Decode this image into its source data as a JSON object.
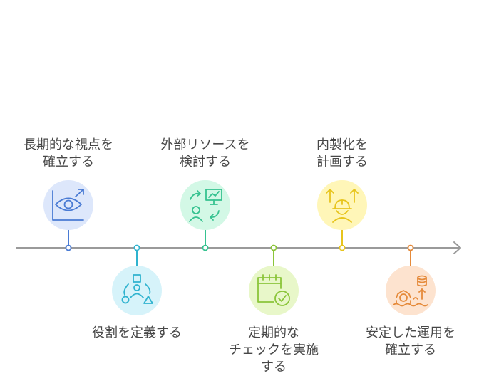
{
  "steps": [
    {
      "id": "long-term-view",
      "label_lines": [
        "長期的な視点を",
        "確立する"
      ],
      "position": "above",
      "icon": "eye-trend-chart-icon",
      "color": "#4a7bd4",
      "bg": "#dde7fb"
    },
    {
      "id": "define-roles",
      "label_lines": [
        "役割を定義する"
      ],
      "position": "below",
      "icon": "roles-shapes-icon",
      "color": "#2fb3cf",
      "bg": "#d6f3fa"
    },
    {
      "id": "external-resources",
      "label_lines": [
        "外部リソースを",
        "検討する"
      ],
      "position": "above",
      "icon": "presenter-exchange-icon",
      "color": "#36c290",
      "bg": "#d3f8e6"
    },
    {
      "id": "regular-checks",
      "label_lines": [
        "定期的な",
        "チェックを実施",
        "する"
      ],
      "position": "below",
      "icon": "calendar-check-icon",
      "color": "#8bc53a",
      "bg": "#e8f7c9"
    },
    {
      "id": "plan-insourcing",
      "label_lines": [
        "内製化を",
        "計画する"
      ],
      "position": "above",
      "icon": "worker-arrows-up-icon",
      "color": "#e7c41c",
      "bg": "#fff6b8"
    },
    {
      "id": "stable-operation",
      "label_lines": [
        "安定した運用を",
        "確立する"
      ],
      "position": "below",
      "icon": "gears-database-icon",
      "color": "#e58a3a",
      "bg": "#fde3cf"
    }
  ],
  "timeline": {
    "line_color": "#9a9a9a"
  }
}
